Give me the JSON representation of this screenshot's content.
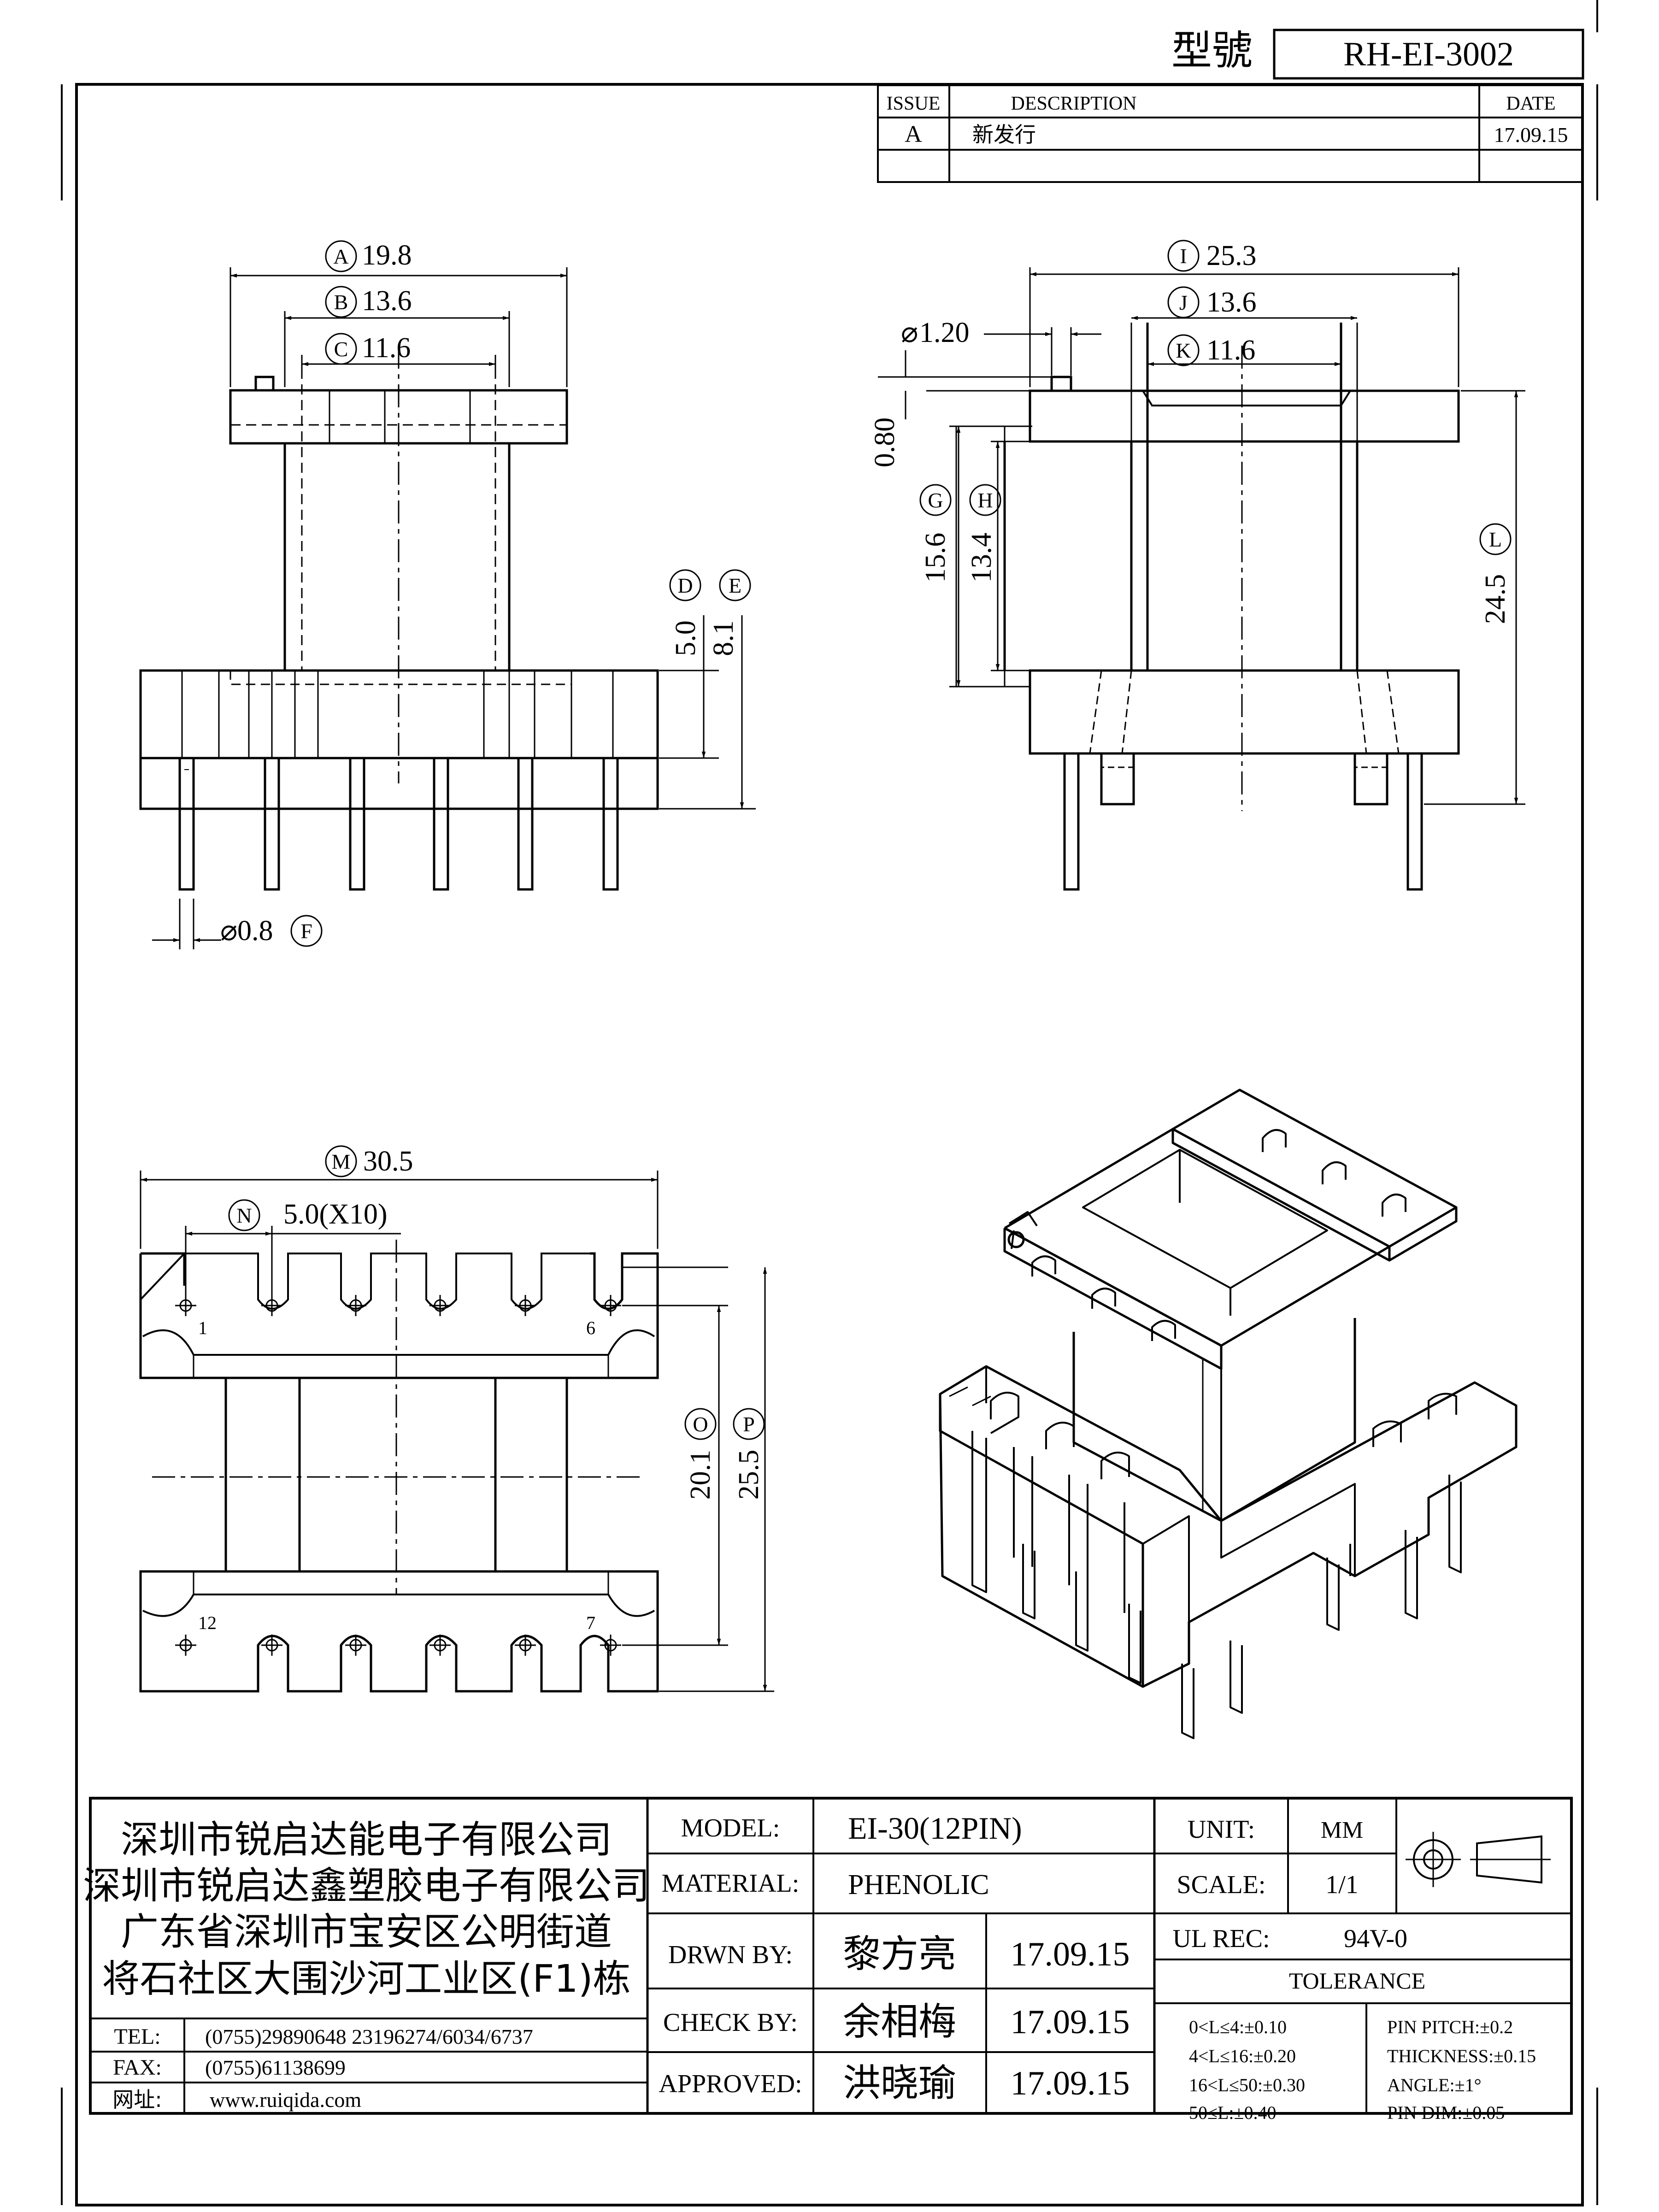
{
  "title_block": {
    "model_label": "型號",
    "model_no": "RH-EI-3002"
  },
  "revision": {
    "header": {
      "issue": "ISSUE",
      "description": "DESCRIPTION",
      "date": "DATE"
    },
    "rows": [
      {
        "issue": "A",
        "description": "新发行",
        "date": "17.09.15"
      }
    ]
  },
  "dims": {
    "A": "19.8",
    "B": "13.6",
    "C": "11.6",
    "D": "5.0",
    "E": "8.1",
    "F": "0.8",
    "G": "15.6",
    "H": "13.4",
    "I": "25.3",
    "J": "13.6",
    "K": "11.6",
    "L": "24.5",
    "M": "30.5",
    "N": "5.0(X10)",
    "O": "20.1",
    "P": "25.5",
    "pin_small_dia": "1.20",
    "pin_offset": "0.80",
    "pin_1": "1",
    "pin_6": "6",
    "pin_12": "12",
    "pin_7": "7"
  },
  "company": {
    "lines": [
      "深圳市锐启达能电子有限公司",
      "深圳市锐启达鑫塑胶电子有限公司",
      "广东省深圳市宝安区公明街道",
      "将石社区大围沙河工业区(F1)栋"
    ],
    "tel_label": "TEL:",
    "tel": "(0755)29890648   23196274/6034/6737",
    "fax_label": "FAX:",
    "fax": "(0755)61138699",
    "web_label": "网址:",
    "web": "www.ruiqida.com"
  },
  "spec": {
    "model_label": "MODEL:",
    "model": "EI-30(12PIN)",
    "material_label": "MATERIAL:",
    "material": "PHENOLIC",
    "unit_label": "UNIT:",
    "unit": "MM",
    "scale_label": "SCALE:",
    "scale": "1/1",
    "ul_label": "UL REC:",
    "ul": "94V-0",
    "drawn_label": "DRWN BY:",
    "drawn_by": "黎方亮",
    "drawn_date": "17.09.15",
    "check_label": "CHECK BY:",
    "check_by": "余相梅",
    "check_date": "17.09.15",
    "approved_label": "APPROVED:",
    "approved_by": "洪晓瑜",
    "approved_date": "17.09.15",
    "tolerance_label": "TOLERANCE",
    "tolerances_left": [
      "0<L≤4:±0.10",
      "4<L≤16:±0.20",
      "16<L≤50:±0.30",
      "50≤L:±0.40"
    ],
    "tolerances_right": [
      "PIN PITCH:±0.2",
      "THICKNESS:±0.15",
      "ANGLE:±1°",
      "PIN DIM:±0.05"
    ]
  }
}
